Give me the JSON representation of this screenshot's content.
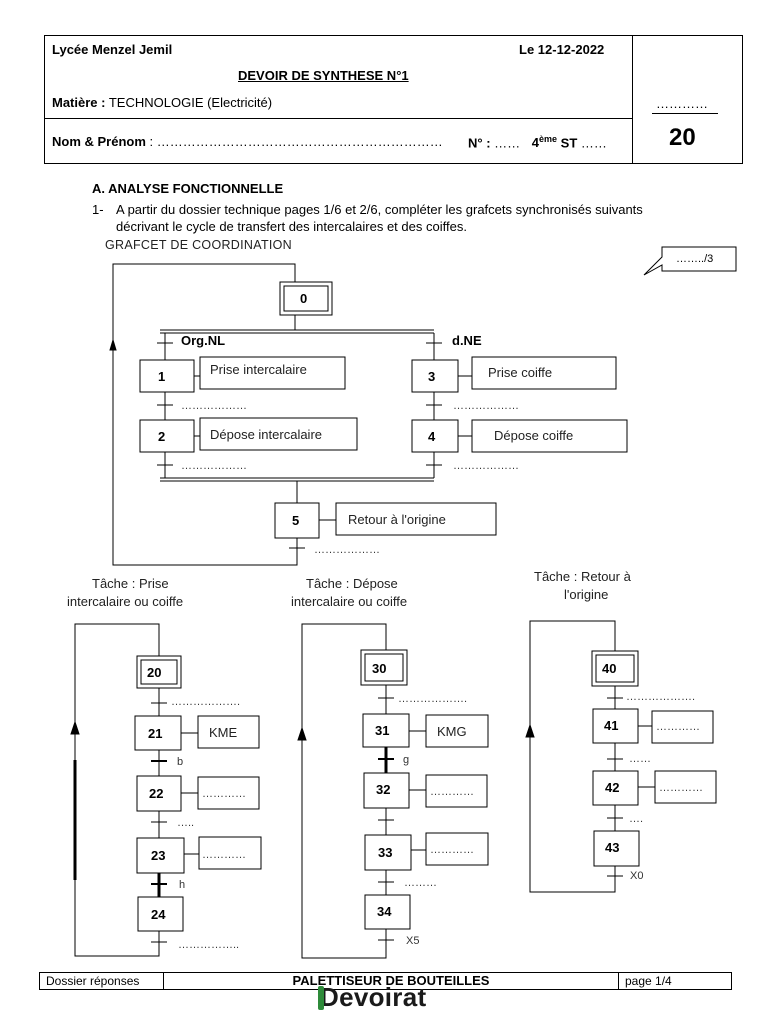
{
  "header": {
    "school": "Lycée Menzel Jemil",
    "date": "Le 12-12-2022",
    "exam_title": "DEVOIR DE SYNTHESE N°1",
    "subject_label": "Matière :",
    "subject_value": "TECHNOLOGIE (Electricité)",
    "score_dots": "…………",
    "score_total": "20",
    "name_label": "Nom & Prénom",
    "name_dots": ": …………………………………………………………",
    "number_label": "N° :",
    "number_dots": "……",
    "class_prefix": "4",
    "class_sup": "ème",
    "class_suffix": "ST",
    "class_dots": "……"
  },
  "section": {
    "title": "A.  ANALYSE FONCTIONNELLE",
    "q1_number": "1-",
    "q1_line1": "A partir du dossier technique pages 1/6 et 2/6, compléter les grafcets synchronisés suivants",
    "q1_line2": "décrivant le cycle de transfert des intercalaires et des coiffes.",
    "points": "……../3"
  },
  "coordination": {
    "title": "GRAFCET DE COORDINATION",
    "steps": [
      {
        "num": "0"
      },
      {
        "num": "1"
      },
      {
        "num": "2"
      },
      {
        "num": "3"
      },
      {
        "num": "4"
      },
      {
        "num": "5"
      }
    ],
    "actions": {
      "s1": "Prise intercalaire",
      "s2": "Dépose intercalaire",
      "s3": "Prise coiffe",
      "s4": "Dépose coiffe",
      "s5": "Retour à l'origine"
    },
    "transitions": {
      "t0_left": "Org.NL",
      "t0_right": "d.NE",
      "blank": "………………"
    }
  },
  "task1": {
    "title_line1": "Tâche : Prise",
    "title_line2": "intercalaire ou coiffe",
    "steps": [
      "20",
      "21",
      "22",
      "23",
      "24"
    ],
    "action_21": "KME",
    "dots_action": "…………",
    "t20": "……………….",
    "t21": "b",
    "t22": "…..",
    "t23": "h",
    "t24": "…………….."
  },
  "task2": {
    "title_line1": "Tâche : Dépose",
    "title_line2": "intercalaire ou coiffe",
    "steps": [
      "30",
      "31",
      "32",
      "33",
      "34"
    ],
    "action_31": "KMG",
    "dots_action": "…………",
    "t30": "……………….",
    "t31": "g",
    "t33": "………",
    "t34": "X5"
  },
  "task3": {
    "title_line1": "Tâche : Retour à",
    "title_line2": "l'origine",
    "steps": [
      "40",
      "41",
      "42",
      "43"
    ],
    "dots_action": "…………",
    "t40": "……………….",
    "t41": "……",
    "t42": "….",
    "t43": "X0"
  },
  "footer": {
    "left": "Dossier réponses",
    "center": "PALETTISEUR DE BOUTEILLES",
    "right": "page 1/4",
    "logo": "Devoirat"
  }
}
